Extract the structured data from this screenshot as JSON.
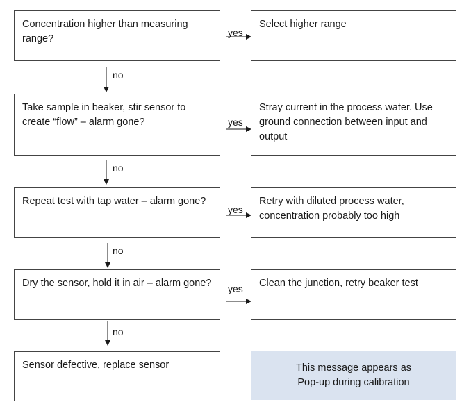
{
  "steps": [
    {
      "question": "Concentration higher than measuring range?",
      "yes_label": "yes",
      "action": "Select higher range",
      "no_label": "no"
    },
    {
      "question": "Take sample in beaker, stir sensor to create “flow” – alarm gone?",
      "yes_label": "yes",
      "action": "Stray current in the process water. Use ground connection between input and output",
      "no_label": "no"
    },
    {
      "question": "Repeat test with tap water – alarm gone?",
      "yes_label": "yes",
      "action": "Retry with diluted process water, concentration probably too high",
      "no_label": "no"
    },
    {
      "question": "Dry the sensor, hold it in air – alarm gone?",
      "yes_label": "yes",
      "action": "Clean the junction, retry beaker test",
      "no_label": "no"
    }
  ],
  "final": "Sensor defective, replace sensor",
  "note": {
    "text_line1": "This message appears as",
    "text_line2": "Pop-up during calibration",
    "background": "#dae3f0"
  },
  "colors": {
    "border": "#444444",
    "arrow": "#1a1a1a"
  }
}
